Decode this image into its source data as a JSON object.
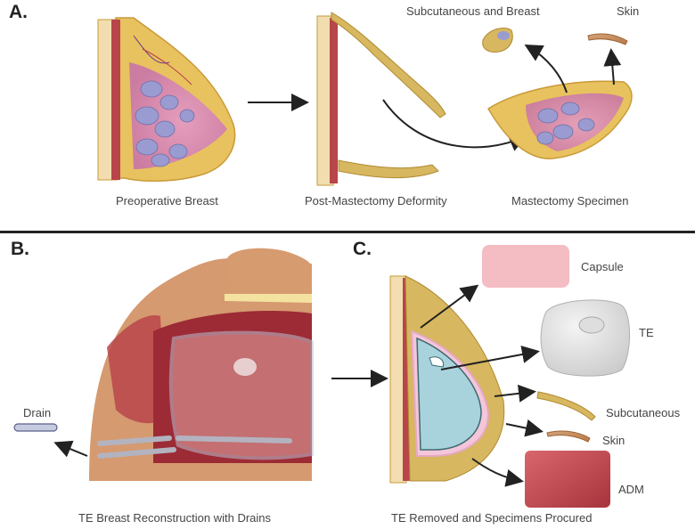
{
  "panels": {
    "A": {
      "letter": "A.",
      "captions": {
        "preoperative": "Preoperative Breast",
        "post_mastectomy": "Post-Mastectomy Deformity",
        "specimen": "Mastectomy Specimen"
      },
      "labels": {
        "subcutaneous_breast": "Subcutaneous and Breast",
        "skin": "Skin"
      }
    },
    "B": {
      "letter": "B.",
      "caption": "TE Breast Reconstruction with Drains",
      "labels": {
        "drain": "Drain"
      }
    },
    "C": {
      "letter": "C.",
      "caption": "TE Removed and Specimens Procured",
      "labels": {
        "capsule": "Capsule",
        "te": "TE",
        "subcutaneous": "Subcutaneous",
        "skin": "Skin",
        "adm": "ADM"
      }
    }
  },
  "colors": {
    "fat": "#e8c25e",
    "fat_dark": "#c99a3a",
    "muscle": "#b8454a",
    "gland": "#9a9bd0",
    "skin": "#d49a63",
    "expander": "#a9d3dc",
    "capsule": "#f0a0aa",
    "adm": "#c0454e",
    "te_shell": "#e6e6e6",
    "arrow": "#222222",
    "divider": "#222222"
  }
}
